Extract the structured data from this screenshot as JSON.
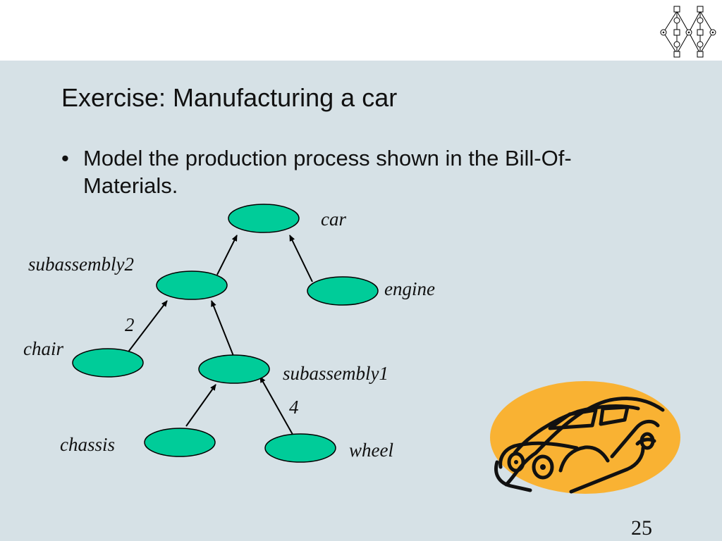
{
  "slide": {
    "title": "Exercise: Manufacturing a car",
    "bullet_marker": "•",
    "bullet_text": "Model the production process shown in the Bill-Of-Materials.",
    "page_number": "25"
  },
  "diagram": {
    "nodes": [
      {
        "id": "car",
        "label": "car"
      },
      {
        "id": "subassembly2",
        "label": "subassembly2"
      },
      {
        "id": "engine",
        "label": "engine"
      },
      {
        "id": "chair",
        "label": "chair"
      },
      {
        "id": "subassembly1",
        "label": "subassembly1"
      },
      {
        "id": "chassis",
        "label": "chassis"
      },
      {
        "id": "wheel",
        "label": "wheel"
      }
    ],
    "edges": [
      {
        "from": "subassembly2",
        "to": "car",
        "quantity": ""
      },
      {
        "from": "engine",
        "to": "car",
        "quantity": ""
      },
      {
        "from": "chair",
        "to": "subassembly2",
        "quantity": "2"
      },
      {
        "from": "subassembly1",
        "to": "subassembly2",
        "quantity": ""
      },
      {
        "from": "chassis",
        "to": "subassembly1",
        "quantity": ""
      },
      {
        "from": "wheel",
        "to": "subassembly1",
        "quantity": "4"
      }
    ],
    "colors": {
      "node_fill": "#00cc99",
      "node_stroke": "#000000",
      "background": "#d6e1e6",
      "car_blob": "#f9b233"
    }
  }
}
